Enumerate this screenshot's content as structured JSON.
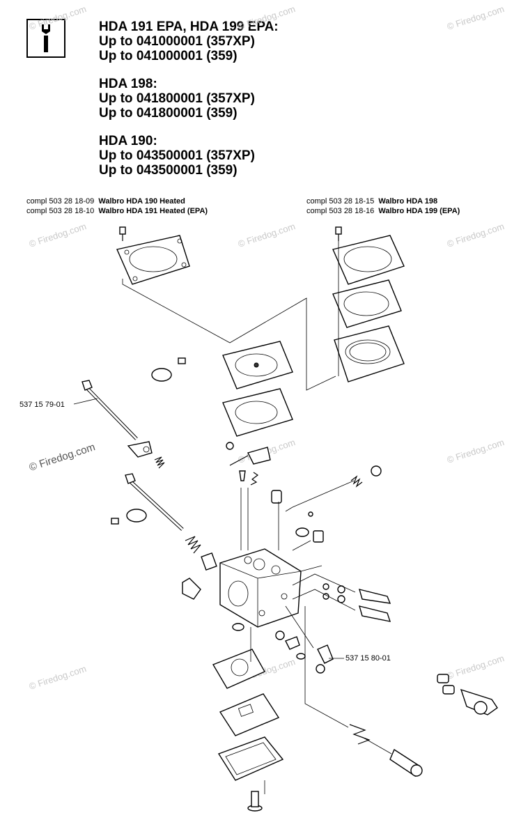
{
  "header": {
    "groups": [
      {
        "title": "HDA 191 EPA, HDA 199 EPA:",
        "lines": [
          "Up to 041000001 (357XP)",
          "Up to 041000001 (359)"
        ]
      },
      {
        "title": "HDA 198:",
        "lines": [
          "Up to 041800001 (357XP)",
          "Up to 041800001 (359)"
        ]
      },
      {
        "title": "HDA 190:",
        "lines": [
          "Up to 043500001 (357XP)",
          "Up to 043500001 (359)"
        ]
      }
    ]
  },
  "compl_left": [
    {
      "prefix": "compl",
      "number": "503 28 18-09",
      "desc": "Walbro HDA 190 Heated"
    },
    {
      "prefix": "compl",
      "number": "503 28 18-10",
      "desc": "Walbro HDA 191 Heated (EPA)"
    }
  ],
  "compl_right": [
    {
      "prefix": "compl",
      "number": "503 28 18-15",
      "desc": "Walbro HDA 198"
    },
    {
      "prefix": "compl",
      "number": "503 28 18-16",
      "desc": "Walbro HDA 199 (EPA)"
    }
  ],
  "part_labels": {
    "throttle_shaft": "537 15 79-01",
    "fuel_fitting": "537 15 80-01"
  },
  "watermark": "© Firedog.com",
  "icon": "wrench-info-icon"
}
